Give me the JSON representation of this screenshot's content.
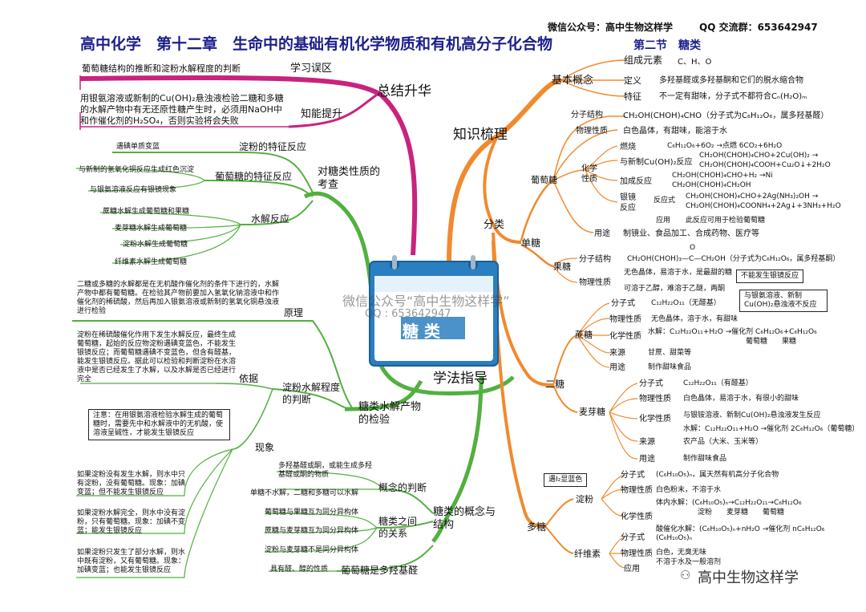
{
  "header": {
    "account": "微信公众号：高中生物这样学",
    "qq": "QQ 交流群：653642947",
    "title": "高中化学　第十二章　生命中的基础有机化学物质和有机高分子化合物",
    "section": "第二节　糖类"
  },
  "center": {
    "label": "糖 类",
    "watermark1": "微信公众号“高中生物这样学”",
    "watermark2": "QQ : 653642947"
  },
  "footer": {
    "watermark": "高中生物这样学"
  },
  "left_top": {
    "branch": "总结升华",
    "xuexi": "学习误区",
    "xuexi_note": "葡萄糖结构的推断和淀粉水解程度的判断",
    "nengli": "知能提升",
    "nengli_note": "用银氨溶液或新制的Cu(OH)₂悬浊液检验二糖和多糖的水解产物中有无还原性糖产生时，必须用NaOH中和作催化剂的H₂SO₄，否则实验将会失败"
  },
  "left_mid": {
    "branch": "对糖类性质的考查",
    "dianfen_te": "淀粉的特征反应",
    "dianfen_te_1": "遇碘单质变蓝",
    "putaotang_te": "葡萄糖的特征反应",
    "putaotang_te_1": "与新制的氢氧化铜反应生成红色沉淀",
    "putaotang_te_2": "与银氨溶液反应有银镜现象",
    "shuijie": "水解反应",
    "shuijie_1": "蔗糖水解生成葡萄糖和果糖",
    "shuijie_2": "麦芽糖水解生成葡萄糖",
    "shuijie_3": "淀粉水解生成葡萄糖",
    "shuijie_4": "纤维素水解生成葡萄糖"
  },
  "left_bottom": {
    "branch": "糖类水解产物的检验",
    "yuanli": "原理",
    "yuanli_note": "二糖或多糖的水解都是在无机酸作催化剂的条件下进行的，水解产物中都有葡萄糖。在检验其产物前要加入氢氧化钠溶液中和作催化剂的稀硫酸，然后再加入银氨溶液或新制的氢氧化铜悬浊液进行检验",
    "panduan": "淀粉水解程度的判断",
    "yiju": "依据",
    "yiju_note": "淀粉在稀硫酸催化作用下发生水解反应，最终生成葡萄糖，起始的反应物淀粉遇碘变蓝色，不能发生银镜反应；而葡萄糖遇碘不变蓝色，但含有醛基，能发生银镜反应。据此可以检验和判断淀粉在水溶液中是否已经发生了水解，以及水解是否已经进行完全",
    "zhuyi": "注意：在用银氨溶液检验水解生成的葡萄糖时，需要先中和水解液中的无机酸，使溶液呈碱性，才能发生银镜反应",
    "xianxiang": "现象",
    "xx1": "如果淀粉没有发生水解，则水中只有淀粉，没有葡萄糖。现象：加碘变蓝；但不能发生银镜反应",
    "xx2": "如果淀粉水解完全，则水中没有淀粉，只有葡萄糖。现象：加碘不变蓝；能发生银镜反应",
    "xx3": "如果淀粉只发生了部分水解，则水中既有淀粉，又有葡萄糖。现象：加碘变蓝；也能发生银镜反应"
  },
  "bottom_mid": {
    "branch": "学法指导",
    "branch2": "糖类的概念与结构",
    "gainian": "概念的判断",
    "gainian_1": "多羟基醛或酮，或能生成多羟基醛或酮的物质",
    "gainian_2": "单糖不水解，二糖和多糖可以水解",
    "guanxi": "糖类之间的关系",
    "gx1": "葡萄糖与果糖互为同分异构体",
    "gx2": "蔗糖与麦芽糖互为同分异构体",
    "gx3": "淀粉与麦芽糖不是同分异构体",
    "jiegou": "葡萄糖是多羟基醛",
    "jiegou_1": "具有醛、醇的性质"
  },
  "right": {
    "branch": "知识梳理",
    "jiben": "基本概念",
    "zucheng": "组成元素",
    "zucheng_v": "C、H、O",
    "dingyi": "定义",
    "dingyi_v": "多羟基醛或多羟基酮和它们的脱水缩合物",
    "tezheng": "特征",
    "tezheng_v": "不一定有甜味，分子式不都符合Cₙ(H₂O)ₘ",
    "fenlei": "分类",
    "dantang": "单糖",
    "putaotang": "葡萄糖",
    "pt_fenzi": "分子结构",
    "pt_fenzi_v": "CH₂OH(CHOH)₄CHO（分子式为C₆H₁₂O₆，属多羟基醛）",
    "pt_wuli": "物理性质",
    "pt_wuli_v": "白色晶体，有甜味，能溶于水",
    "pt_huaxue": "化学性质",
    "ranshao": "燃烧",
    "ranshao_v": "C₆H₁₂O₆+6O₂ →点燃 6CO₂+6H₂O",
    "yu_cu": "与新制Cu(OH)₂反应",
    "yu_cu_v1": "CH₂OH(CHOH)₄CHO+2Cu(OH)₂ →",
    "yu_cu_v2": "CH₂OH(CHOH)₄COOH+Cu₂O↓+2H₂O",
    "jiacheng": "加成反应",
    "jiacheng_v1": "CH₂OH(CHOH)₄CHO+H₂ →Ni",
    "jiacheng_v2": "CH₂OH(CHOH)₄CH₂OH",
    "yinjing": "银镜反应",
    "fanying": "反应式",
    "yinjing_v1": "CH₂OH(CHOH)₄CHO+2Ag(NH₃)₂OH →",
    "yinjing_v2": "CH₂OH(CHOH)₄COONH₄+2Ag↓+3NH₃+H₂O",
    "yingyong": "应用",
    "yingyong_v": "此反应可用于检验葡萄糖",
    "pt_yongtu": "用途",
    "pt_yongtu_v": "制镜业、食品加工、合成药物、医疗等",
    "guotang": "果糖",
    "gt_fenzi": "分子结构",
    "gt_fenzi_v": "CH₂OH(CHOH)₃—C—CH₂OH（分子式为C₆H₁₂O₆，属多羟基酮）",
    "gt_o": "O",
    "gt_wuli": "物理性质",
    "gt_wuli_v1": "无色晶体，易溶于水，是最甜的糖",
    "gt_wuli_v2": "可溶于乙醇，难溶于乙醚，两酮",
    "gt_note": "不能发生银镜反应",
    "ertang": "二糖",
    "zhetang": "蔗糖",
    "zt_fenzi": "分子式",
    "zt_fenzi_v": "C₁₂H₂₂O₁₁（无醛基）",
    "zt_note": "与银氨溶液、新制Cu(OH)₂悬浊液不反应",
    "zt_wuli": "物理性质",
    "zt_wuli_v": "无色晶体，溶于水，有甜味",
    "zt_huaxue": "化学性质",
    "zt_huaxue_v": "水解：C₁₂H₂₂O₁₁+H₂O →催化剂 C₆H₁₂O₆+C₆H₁₂O₆",
    "zt_huaxue_v2": "葡萄糖　　果糖",
    "zt_laiyuan": "来源",
    "zt_laiyuan_v": "甘蔗、甜菜等",
    "zt_yongtu": "用途",
    "zt_yongtu_v": "制作甜味食品",
    "maiya": "麦芽糖",
    "my_fenzi": "分子式",
    "my_fenzi_v": "C₁₂H₂₂O₁₁（有醛基）",
    "my_wuli": "物理性质",
    "my_wuli_v": "白色晶体，易溶于水，有很小的甜味",
    "my_huaxue": "化学性质",
    "my_huaxue_v1": "与银铵溶液、新制Cu(OH)₂悬浊液发生反应",
    "my_huaxue_v2": "水解：C₁₂H₂₂O₁₁+H₂O →催化剂 2C₆H₁₂O₆（葡萄糖）",
    "my_laiyuan": "来源",
    "my_laiyuan_v": "农产品（大米、玉米等）",
    "my_yongtu": "用途",
    "my_yongtu_v": "制作甜味食品",
    "duotang": "多糖",
    "dianfen": "淀粉",
    "df_note": "遇I₂显蓝色",
    "df_fenzi": "分子式",
    "df_fenzi_v": "(C₆H₁₀O₅)ₙ，属天然有机高分子化合物",
    "df_wuli": "物理性质",
    "df_wuli_v": "白色粉末，不溶于水",
    "df_huaxue": "化学性质",
    "df_huaxue_v1": "体内水解：(C₆H₁₀O₅)ₙ→C₁₂H₂₂O₁₁→C₆H₁₂O₆",
    "df_huaxue_v2": "淀粉　　麦芽糖　　葡萄糖",
    "df_huaxue_v3": "酸催化水解：(C₆H₁₀O₅)ₙ+nH₂O →催化剂 nC₆H₁₂O₆",
    "xianwei": "纤维素",
    "xw_fenzi": "分子式",
    "xw_fenzi_v": "(C₆H₁₀O₅)ₙ",
    "xw_wuli": "物理性质",
    "xw_wuli_v1": "白色，无臭无味",
    "xw_wuli_v2": "不溶于水及一般溶剂",
    "xw_yingyong": "应用"
  }
}
